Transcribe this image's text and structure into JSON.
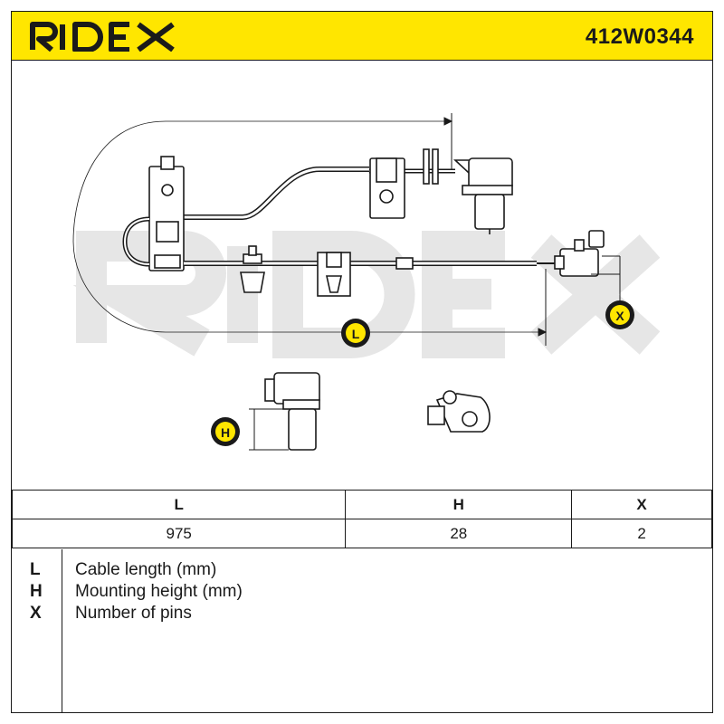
{
  "header": {
    "brand": "RIDEX",
    "part_number": "412W0344",
    "colors": {
      "accent": "#ffe600",
      "ink": "#1a1a1a",
      "watermark": "#e8e8e8"
    }
  },
  "diagram": {
    "dimension_labels": {
      "length": "L",
      "height": "H",
      "pins": "X"
    }
  },
  "specs": {
    "headers": [
      "L",
      "H",
      "X"
    ],
    "values": [
      "975",
      "28",
      "2"
    ]
  },
  "legend": [
    {
      "key": "L",
      "description": "Cable length (mm)"
    },
    {
      "key": "H",
      "description": "Mounting height (mm)"
    },
    {
      "key": "X",
      "description": "Number of pins"
    }
  ]
}
